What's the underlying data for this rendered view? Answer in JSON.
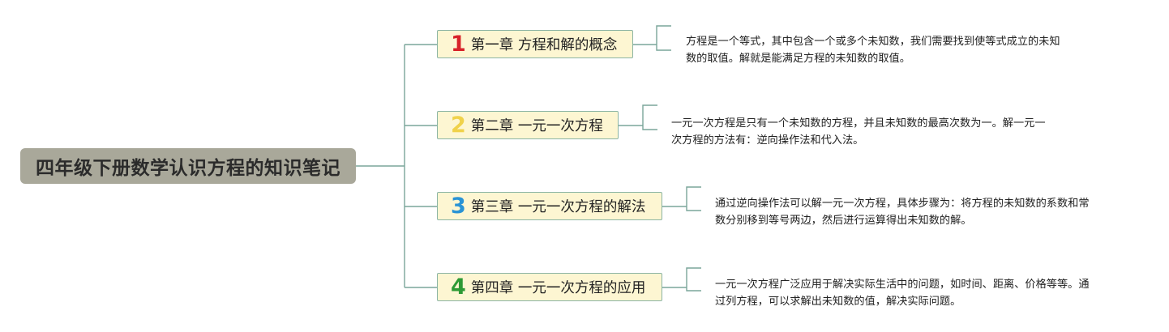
{
  "root": {
    "title": "四年级下册数学认识方程的知识笔记"
  },
  "chapters": [
    {
      "number": "1",
      "number_color": "#d8232a",
      "title": "第一章 方程和解的概念",
      "note": "方程是一个等式，其中包含一个或多个未知数，我们需要找到使等式成立的未知\n数的取值。解就是能满足方程的未知数的取值。"
    },
    {
      "number": "2",
      "number_color": "#f0d24a",
      "title": "第二章 一元一次方程",
      "note": "一元一次方程是只有一个未知数的方程，并且未知数的最高次数为一。解一元一\n次方程的方法有：逆向操作法和代入法。"
    },
    {
      "number": "3",
      "number_color": "#2a93d5",
      "title": "第三章 一元一次方程的解法",
      "note": "通过逆向操作法可以解一元一次方程，具体步骤为：将方程的未知数的系数和常\n数分别移到等号两边，然后进行运算得出未知数的解。"
    },
    {
      "number": "4",
      "number_color": "#2e9a35",
      "title": "第四章 一元一次方程的应用",
      "note": "一元一次方程广泛应用于解决实际生活中的问题，如时间、距离、价格等等。通\n过列方程，可以求解出未知数的值，解决实际问题。"
    }
  ],
  "colors": {
    "connector": "#7aa59a",
    "chapter_border": "#8cb5a4",
    "chapter_fill": "#fdf6d2",
    "root_fill": "#a9a89a"
  }
}
